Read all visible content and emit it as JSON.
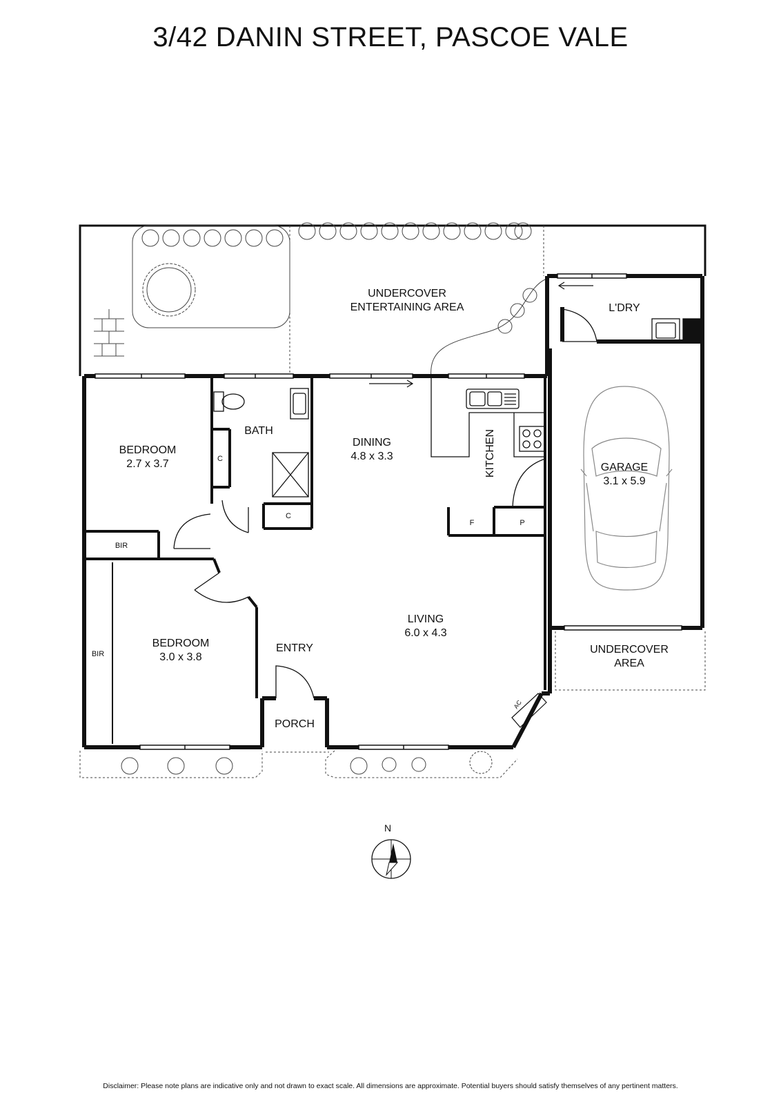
{
  "title": "3/42 DANIN STREET, PASCOE VALE",
  "rooms": {
    "undercover_entertaining": {
      "line1": "UNDERCOVER",
      "line2": "ENTERTAINING AREA"
    },
    "laundry": {
      "name": "L'DRY"
    },
    "bath": {
      "name": "BATH"
    },
    "dining": {
      "name": "DINING",
      "dims": "4.8 x 3.3"
    },
    "kitchen": {
      "name": "KITCHEN"
    },
    "garage": {
      "name": "GARAGE",
      "dims": "3.1 x 5.9"
    },
    "bedroom1": {
      "name": "BEDROOM",
      "dims": "2.7 x 3.7"
    },
    "bedroom2": {
      "name": "BEDROOM",
      "dims": "3.0 x 3.8"
    },
    "living": {
      "name": "LIVING",
      "dims": "6.0 x 4.3"
    },
    "entry": {
      "name": "ENTRY"
    },
    "porch": {
      "name": "PORCH"
    },
    "undercover_area": {
      "line1": "UNDERCOVER",
      "line2": "AREA"
    }
  },
  "fixtures": {
    "bir1": "BIR",
    "bir2": "BIR",
    "cupboard_bath": "C",
    "cupboard_hall": "C",
    "fridge": "F",
    "pantry": "P",
    "ac": "AC"
  },
  "compass": {
    "label": "N"
  },
  "disclaimer": "Disclaimer: Please note plans are indicative only and not drawn to exact scale. All dimensions are approximate. Potential buyers should satisfy themselves of any pertinent matters."
}
